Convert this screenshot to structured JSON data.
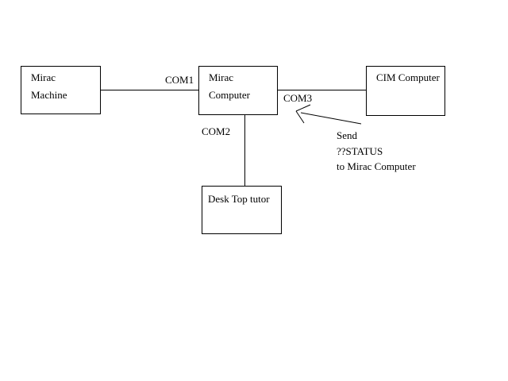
{
  "canvas": {
    "background": "#ffffff",
    "ink": "#000000"
  },
  "nodes": {
    "mirac_machine": {
      "line1": "Mirac",
      "line2": "Machine"
    },
    "mirac_computer": {
      "line1": "Mirac",
      "line2": "Computer"
    },
    "cim_computer": {
      "label": "CIM Computer"
    },
    "desk_top_tutor": {
      "label": "Desk Top tutor"
    }
  },
  "port_labels": {
    "com1": "COM1",
    "com2": "COM2",
    "com3": "COM3"
  },
  "annotation": {
    "line1": "Send",
    "line2": "??STATUS",
    "line3": "to Mirac Computer"
  }
}
